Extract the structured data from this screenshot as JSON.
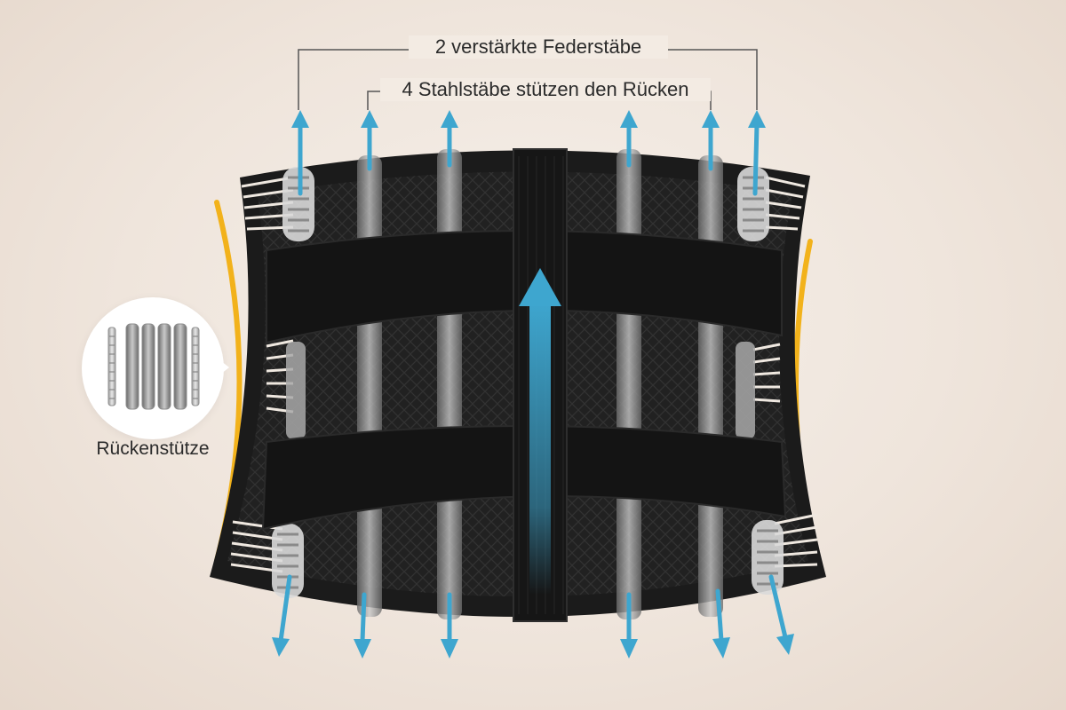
{
  "annotations": {
    "spring_rods_label": "2 verstärkte Federstäbe",
    "steel_rods_label": "4 Stahlstäbe stützen den Rücken",
    "back_support_label": "Rückenstütze"
  },
  "colors": {
    "arrow": "#3ea6cf",
    "curve_accent": "#f2b21b",
    "belt": "#1b1b1b",
    "background": "#f3ebe3"
  },
  "icons": {
    "stays_bubble": "rods-icon",
    "direction": "arrow-icon"
  }
}
